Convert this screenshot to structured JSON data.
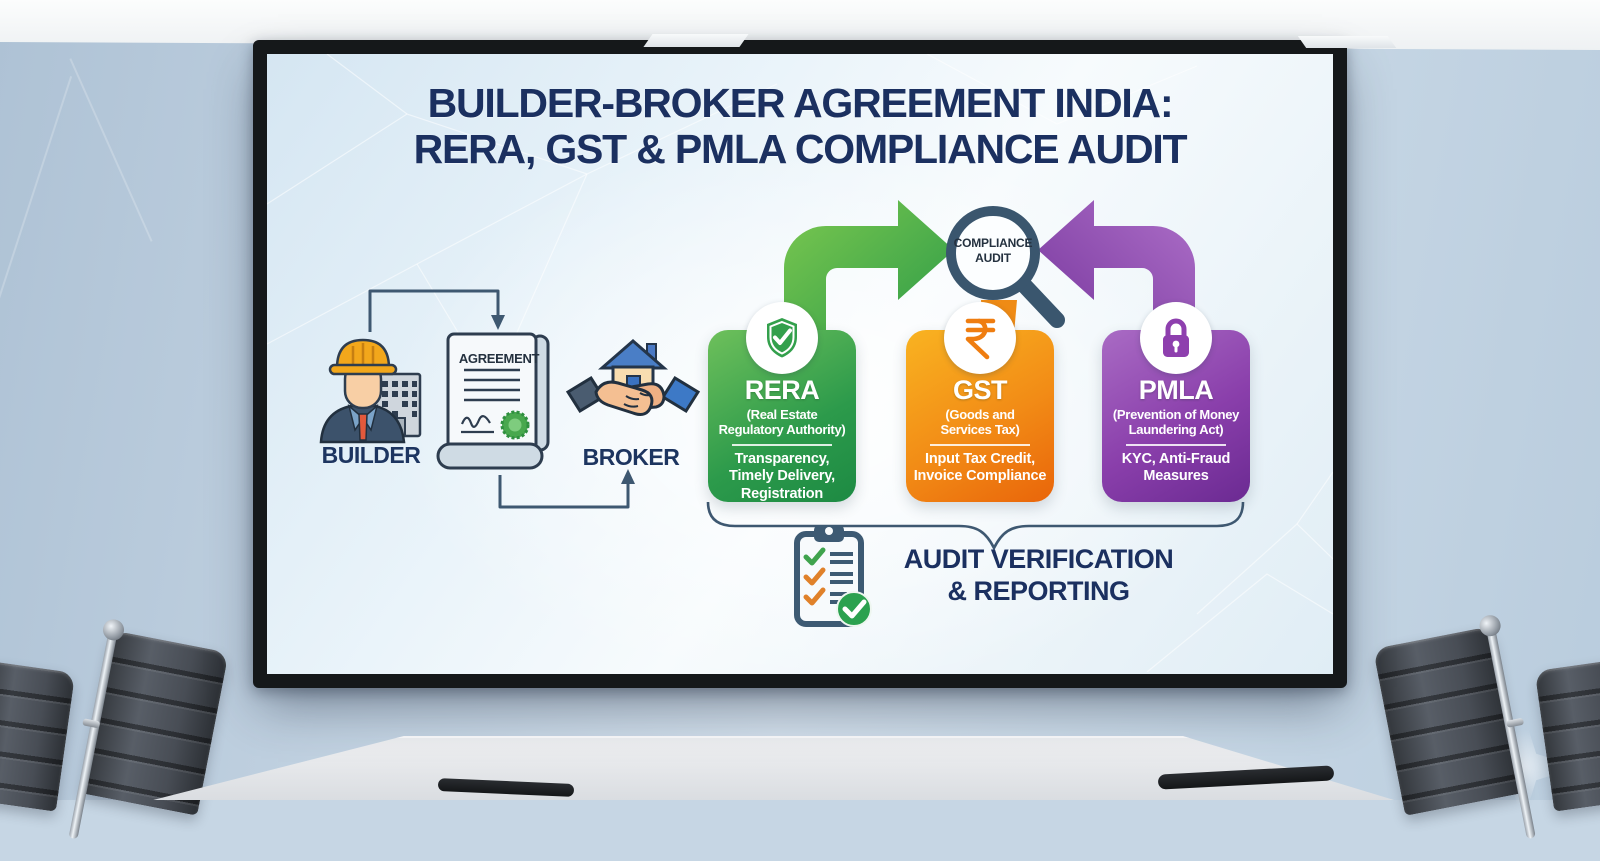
{
  "scene": {
    "environment": "conference-room presentation screen",
    "title_line1": "BUILDER-BROKER AGREEMENT INDIA:",
    "title_line2": "RERA, GST & PMLA COMPLIANCE AUDIT"
  },
  "agreement_flow": {
    "builder_label": "BUILDER",
    "document_label": "AGREEMENT",
    "broker_label": "BROKER"
  },
  "compliance_audit": {
    "line1": "COMPLIANCE",
    "line2": "AUDIT",
    "icon": "magnifying-glass-icon"
  },
  "pillars": [
    {
      "id": "rera",
      "icon": "shield-check-icon",
      "title": "RERA",
      "subtitle": "(Real Estate\nRegulatory Authority)",
      "details": "Transparency,\nTimely Delivery,\nRegistration",
      "color": "#2c9a4b"
    },
    {
      "id": "gst",
      "icon": "rupee-icon",
      "title": "GST",
      "subtitle": "(Goods and\nServices Tax)",
      "details": "Input Tax Credit,\nInvoice Compliance",
      "color": "#f28c16"
    },
    {
      "id": "pmla",
      "icon": "padlock-icon",
      "title": "PMLA",
      "subtitle": "(Prevention of Money\nLaundering Act)",
      "details": "KYC, Anti-Fraud\nMeasures",
      "color": "#8a3fab"
    }
  ],
  "footer": {
    "line1": "AUDIT VERIFICATION",
    "line2": "& REPORTING",
    "icon": "checklist-clipboard-icon"
  },
  "colors": {
    "title_navy": "#1b3060",
    "connector_slate": "#3e5871",
    "audit_ring_slate": "#3a566e",
    "rera_green": "#2c9a4b",
    "gst_orange": "#f28c16",
    "pmla_purple": "#8a3fab",
    "wall_blue": "#c3d3e2",
    "bezel_black": "#15181a"
  }
}
